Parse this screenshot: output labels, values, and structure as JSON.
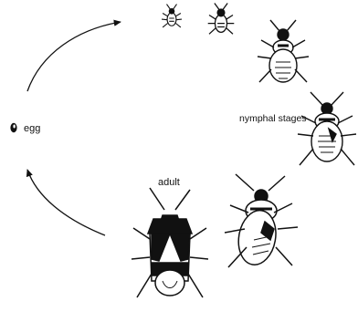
{
  "diagram": {
    "labels": {
      "egg": "egg",
      "nymphal_stages": "nymphal stages",
      "adult": "adult"
    },
    "stages": [
      "egg",
      "nymph-1",
      "nymph-2",
      "nymph-3",
      "nymph-4",
      "nymph-5",
      "adult"
    ],
    "colors": {
      "ink": "#111111",
      "background": "#ffffff"
    }
  }
}
